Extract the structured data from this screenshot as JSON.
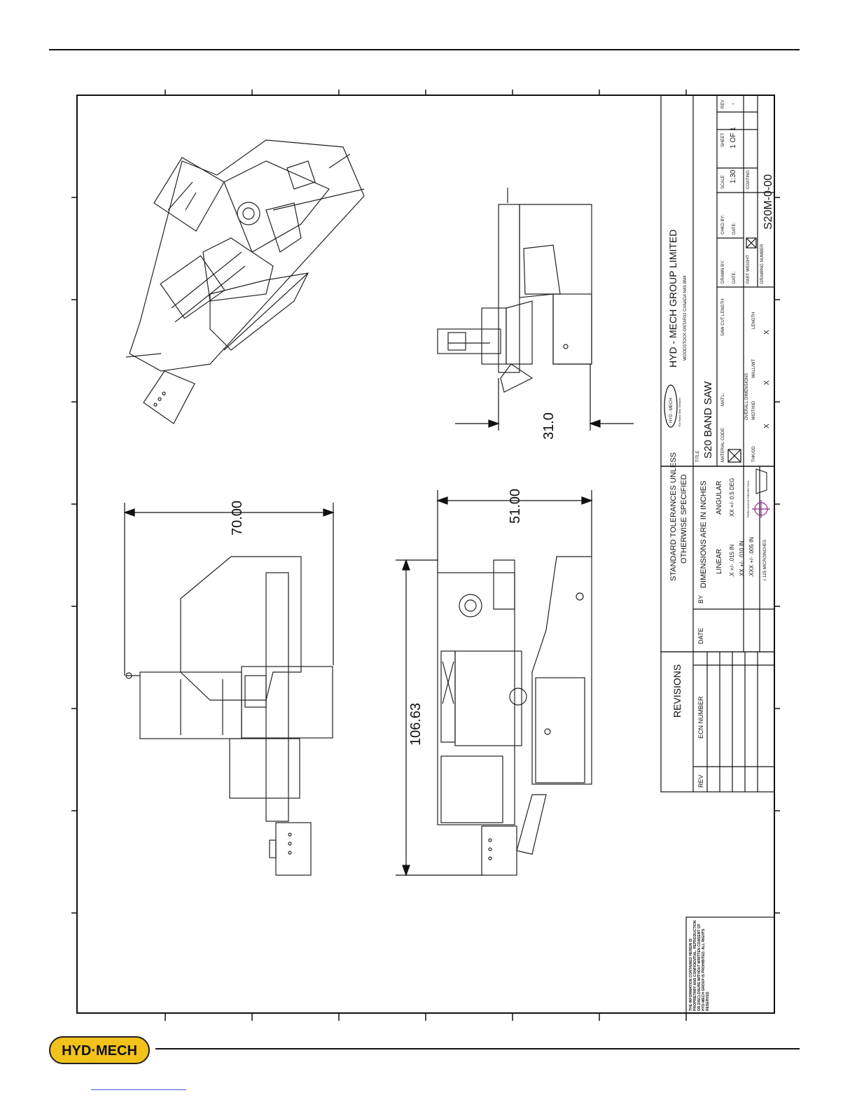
{
  "drawing": {
    "company": "HYD - MECH GROUP LIMITED",
    "company_address": "WOODSTOCK ONTARIO CANADA N4S 8M4",
    "logo_small_text": "HYD - MECH",
    "logo_small_sub": "The Band Saw Solution",
    "title_label": "TITLE",
    "title": "S20 BAND SAW",
    "tolerances_line1": "STANDARD TOLERANCES UNLESS",
    "tolerances_line2": "OTHERWISE SPECIFIED",
    "units": "DIMENSIONS ARE IN INCHES",
    "linear_label": "LINEAR",
    "linear_1": ".X +/- .015 IN",
    "linear_2": ".XX +/- .010 IN",
    "linear_3": ".XXX +/- .005 IN",
    "finish": "√ 125 MICROINCHES",
    "angular_label": "ANGULAR",
    "angular_1": "XX +/- 0.5 DEG",
    "projection": "THIRD ANGLE PROJECTION",
    "material_code": "MATERIAL CODE:",
    "matl": "MAT'L:",
    "saw_cut": "SAW CUT LENGTH",
    "overall_dims": "OVERALL DIMENSIONS",
    "thk": "THK/OD",
    "width": "WIDTH/ID",
    "wall": "WALL/WT",
    "length": "LENGTH",
    "x_mark": "X",
    "drawn_by": "DRAWN BY:",
    "checked_by": "CHKD BY:",
    "date": "DATE:",
    "part_weight": "PART WEIGHT",
    "drawing_number_label": "DRAWING NUMBER",
    "drawing_number": "S20M-0-00",
    "scale_label": "SCALE",
    "scale": "1:30",
    "sheet_label": "SHEET",
    "sheet": "1 OF 1",
    "rev_label": "REV",
    "rev_value": "-",
    "coating_label": "COATING",
    "revisions_title": "REVISIONS",
    "rev_col_rev": "REV",
    "rev_col_ecn": "ECN NUMBER",
    "rev_col_date": "DATE",
    "rev_col_by": "BY",
    "proprietary": "THE INFORMATION CONTAINED HEREIN IS PROPRIETARY AND CONFIDENTIAL. REPRODUCTION OR DISCLOSURE WITHOUT WRITTEN CONSENT OF HYD-MECH GROUP IS PROHIBITED. ALL RIGHTS RESERVED.",
    "dim_width_top": "70.00",
    "dim_width_bottom": "51.00",
    "dim_length": "106.63",
    "dim_side": "31.0"
  },
  "footer": {
    "logo_text": "HYD·MECH",
    "brand_color": "#f2c21a"
  }
}
